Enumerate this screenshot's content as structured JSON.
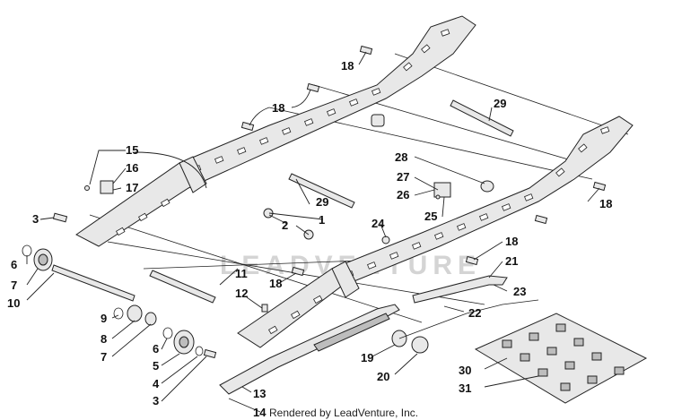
{
  "callouts": {
    "c1": "1",
    "c2": "2",
    "c3a": "3",
    "c3b": "3",
    "c4": "4",
    "c5": "5",
    "c6a": "6",
    "c6b": "6",
    "c7a": "7",
    "c7b": "7",
    "c8": "8",
    "c9": "9",
    "c10": "10",
    "c11": "11",
    "c12": "12",
    "c13": "13",
    "c14": "14",
    "c15": "15",
    "c16": "16",
    "c17": "17",
    "c18a": "18",
    "c18b": "18",
    "c18c": "18",
    "c18d": "18",
    "c18e": "18",
    "c19": "19",
    "c20": "20",
    "c21": "21",
    "c22": "22",
    "c23": "23",
    "c24": "24",
    "c25": "25",
    "c26": "26",
    "c27": "27",
    "c28": "28",
    "c29a": "29",
    "c29b": "29",
    "c30": "30",
    "c31": "31"
  },
  "credit": "Rendered by LeadVenture, Inc.",
  "watermark": "LEADVENTURE"
}
